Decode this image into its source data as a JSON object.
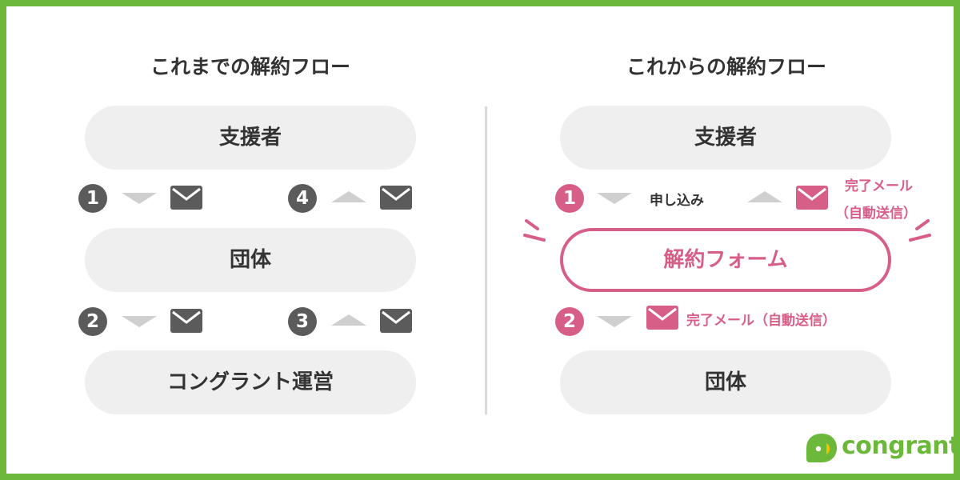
{
  "left": {
    "title": "これまでの解約フロー",
    "boxes": [
      "支援者",
      "団体",
      "コングラント運営"
    ],
    "steps": [
      "1",
      "2",
      "3",
      "4"
    ]
  },
  "right": {
    "title": "これからの解約フロー",
    "boxes": [
      "支援者",
      "解約フォーム",
      "団体"
    ],
    "steps": [
      "1",
      "2"
    ],
    "apply_label": "申し込み",
    "auto_mail_line1": "完了メール",
    "auto_mail_line2": "（自動送信）",
    "auto_mail_inline": "完了メール（自動送信）"
  },
  "logo": {
    "text": "congrant"
  },
  "colors": {
    "frame": "#6bb83a",
    "pink": "#d75f87",
    "gray_dark": "#5b5b5b",
    "box_bg": "#efefef"
  },
  "icons": [
    "mail-icon",
    "down-arrow-icon",
    "up-arrow-icon",
    "congrant-logo-icon"
  ]
}
